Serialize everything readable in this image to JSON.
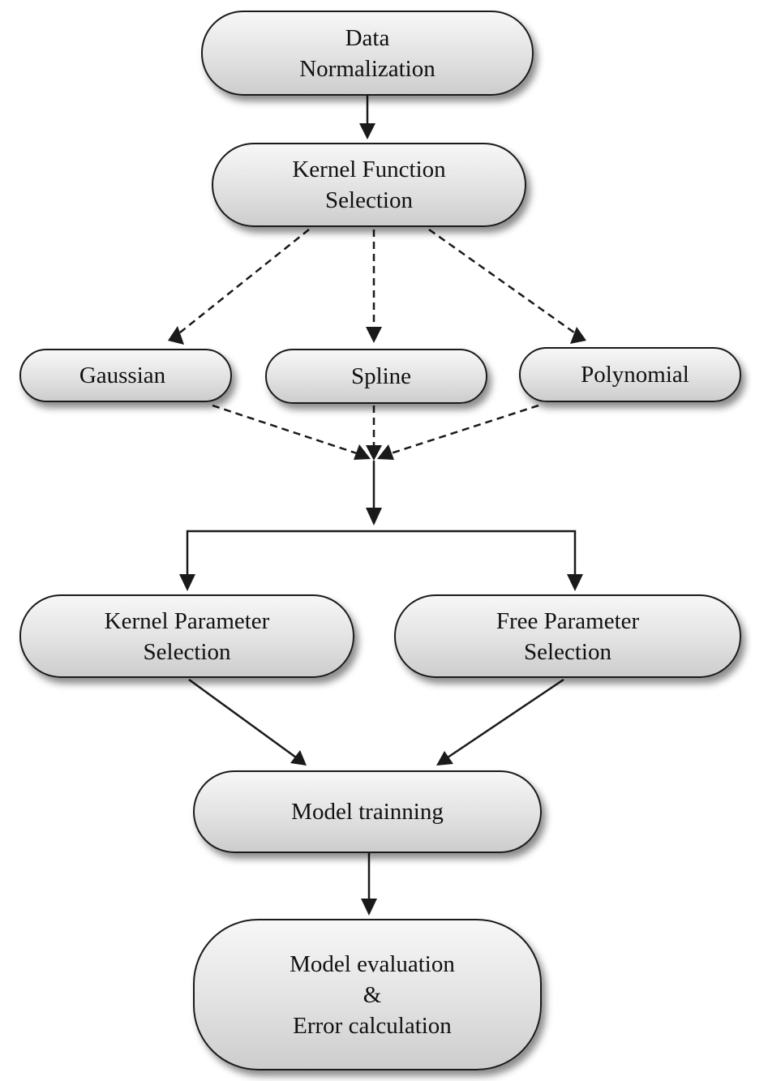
{
  "nodes": {
    "data_normalization": "Data\nNormalization",
    "kernel_function_selection": "Kernel Function\nSelection",
    "gaussian": "Gaussian",
    "spline": "Spline",
    "polynomial": "Polynomial",
    "kernel_parameter_selection": "Kernel Parameter\nSelection",
    "free_parameter_selection": "Free Parameter\nSelection",
    "model_training": "Model trainning",
    "model_evaluation": "Model evaluation\n&\nError calculation"
  },
  "colors": {
    "stroke": "#1a1a1a",
    "node_fill_top": "#f7f7f7",
    "node_fill_bottom": "#cdcdcd"
  }
}
